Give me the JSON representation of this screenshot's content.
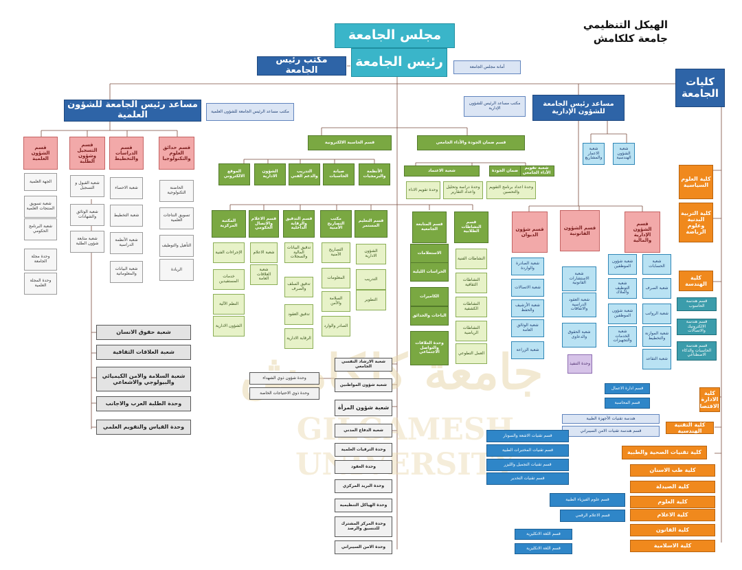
{
  "header": {
    "title": "الهيكل التنظيمي",
    "subtitle": "جامعة كلكامش"
  },
  "watermark": {
    "arabic": "جامعة كلكامش",
    "latin": "GILGAMESH UNIVERSITY"
  },
  "top": {
    "council": "مجلس الجامعة",
    "president": "رئيس الجامعة",
    "president_office": "مكتب رئيس الجامعة",
    "council_secretariat": "أمانة مجلس الجامعة",
    "colleges_header": "كليات الجامعة"
  },
  "academic": {
    "title": "مساعد رئيس الجامعة للشؤون العلمية",
    "office": "مكتب مساعد الرئيس الجامعة للشؤون العلمية",
    "departments": [
      {
        "title": "قسم الشؤون العلمية",
        "units": [
          "الجهة العلمية",
          "شعبة تسويق المنتجات العلمية",
          "شعبة البرنامج الحكومي",
          "وحدة مجلة الجامعة",
          "وحدة المجلة العلمية"
        ]
      },
      {
        "title": "قسم التسجيل وشؤون الطلبة",
        "units": [
          "شعبة القبول و التسجيل",
          "شعبة الوثائق والشهادات",
          "شعبة متابعة شؤون الطلبة"
        ]
      },
      {
        "title": "قسم الدراسات والتخطيط",
        "units": [
          "شعبة الاحصاء",
          "شعبة التخطيط",
          "شعبة الأنظمة الدراسية",
          "شعبة البيانات والمعلوماتية"
        ]
      },
      {
        "title": "قسم حدائق العلوم والتكنولوجيا",
        "units": [
          "الحاضنة التكنولوجية",
          "تسويق النتاجات العلمية",
          "التأهيل والتوظيف",
          "الريادة"
        ]
      }
    ],
    "extra_units": [
      "شعبة حقوق الانسان",
      "شعبة العلاقات الثقافية",
      "شعبة السلامة والامن الكيميائي والبيولوجي والاشعاعي",
      "وحدة الطلبة العرب والاجانب",
      "وحدة القياس والتقويم العلمي"
    ]
  },
  "admin": {
    "title": "مساعد رئيس الجامعة للشؤون الإدارية",
    "office": "مكتب مساعد الرئيس للشؤون الإدارية",
    "small_units": [
      "شعبة الشؤون الهندسية",
      "شعبة الاعمار والمشاريع"
    ],
    "departments": [
      {
        "title": "قسم الشؤون الإدارية والمالية",
        "units": [
          "شعبة الحسابات",
          "شعبة شؤون الموظفين",
          "شعبة الصرف",
          "شعبة التوظيف والملاك",
          "شعبة الرواتب",
          "شعبة شؤون الموظفين",
          "شعبة الموازنة والتخطيط",
          "شعبة الخدمات والتجهيزات",
          "شعبة التقاعد"
        ]
      },
      {
        "title": "قسم الشؤون القانونية",
        "units": [
          "شعبة الاستشارات القانونية",
          "شعبة العقود الدراسية والاتفاقات",
          "شعبة الحقوق والدعاوى"
        ],
        "extra": "وحدة التنفيذ"
      },
      {
        "title": "قسم شؤون الديوان",
        "units": [
          "شعبة الصادرة والواردة",
          "شعبة الاتصالات",
          "شعبة الأرشيف والحفظ",
          "شعبة الوثائق العامة",
          "شعبة الزراعة"
        ]
      }
    ]
  },
  "center": {
    "computing": {
      "title": "قسم الحاسبة الالكترونية",
      "units": [
        "الموقع الالكتروني",
        "الشؤون الادارية",
        "التدريب والدعم الفني",
        "صيانة الحاسبات",
        "الأنظمة والبرمجيات"
      ]
    },
    "quality": {
      "title": "قسم ضمان الجودة والأداء الجامعي",
      "units": [
        "شعبة تقويم الأداء الجامعي",
        "ضمان الجودة",
        "شعبة الاعتماد"
      ],
      "sub_units": [
        "وحدة تقويم الاداء",
        "وحدة دراسة وتحليل واعداد التقارير",
        "وحدة اعداد برنامج التقويم والتحسين"
      ]
    },
    "mid_depts": [
      {
        "title": "قسم الاعلام والاتصال الحكومي",
        "units": [
          "شعبة الاعلام",
          "شعبة العلاقات العامة"
        ]
      },
      {
        "title": "المكتبة المركزية",
        "units": [
          "الإجراءات الفنية",
          "خدمات المستفيدين",
          "النظم الآلية",
          "الشؤون الادارية"
        ]
      },
      {
        "title": "قسم التدقيق والرقابة الداخلية",
        "units": [
          "تدقيق البيانات المالية والسجلات",
          "تدقيق السلف والصرف",
          "تدقيق العقود",
          "الرقابة الادارية"
        ]
      },
      {
        "title": "مكتب التصاريح الأمنية",
        "units": [
          "التصاريح الأمنية",
          "المعلومات",
          "السلامة والأمن",
          "الصادر والوارد"
        ]
      },
      {
        "title": "قسم التعليم المستمر",
        "units": [
          "الشؤون الادارية",
          "التدريب",
          "التطوير"
        ]
      }
    ],
    "followup": {
      "title": "قسم المتابعة الجامعية",
      "units": [
        "الاستعلامات",
        "الحراسات الليلية",
        "الكاميرات",
        "الباحات والحدائق",
        "وحدة العلاقات والتواصل الاجتماعي"
      ]
    },
    "student_act": {
      "title": "قسم النشاطات الطلابية",
      "units": [
        "النشاطات الفنية",
        "النشاطات الثقافية",
        "النشاطات الكشفية",
        "النشاطات الرياضية",
        "العمل التطوعي"
      ]
    },
    "bottom": [
      {
        "label": "شعبة الارشاد النفسي الجامعي"
      },
      {
        "label": "شعبة شؤون المواطنين",
        "left": [
          "وحدة شؤون ذوي الشهداء",
          "وحدة ذوي الاحتياجات الخاصة"
        ]
      },
      {
        "label": "شعبة شؤون المرأة"
      },
      {
        "label": "شعبة الدفاع المدني"
      },
      {
        "label": "وحدة الترقيات العلمية"
      },
      {
        "label": "وحدة العقود"
      },
      {
        "label": "وحدة البريد المركزي"
      },
      {
        "label": "وحدة الهياكل التنظيمية"
      },
      {
        "label": "وحدة المركز المشترك للتنسيق والرصد"
      },
      {
        "label": "وحدة الامن السيبراني"
      }
    ]
  },
  "colleges": [
    {
      "label": "كلية العلوم السياسية"
    },
    {
      "label": "كلية التربية البدنية وعلوم الرياضة"
    },
    {
      "label": "كلية الهندسة",
      "depts": [
        "قسم هندسة الحاسوب",
        "قسم هندسة الالكترونيك والاتصالات",
        "قسم هندسة الحاسبات والذكاء الاصطناعي"
      ]
    },
    {
      "label": "كلية الادارة والاقتصاد",
      "depts": [
        "قسم ادارة الاعمال",
        "قسم المحاسبة"
      ]
    },
    {
      "label": "كلية التقنية الهندسية",
      "depts": [
        "هندسة تقنيات الأجهزة الطبية",
        "قسم هندسة تقنيات الامن السيبراني"
      ]
    },
    {
      "label": "كلية تقنيات الصحية والطبية",
      "depts": [
        "قسم تقنيات الاشعة والسونار",
        "قسم تقنيات المختبرات الطبية",
        "قسم تقنيات التجميل والليزر",
        "قسم تقنيات التخدير"
      ]
    },
    {
      "label": "كلية طب الاسنان"
    },
    {
      "label": "كلية الصيدلة"
    },
    {
      "label": "كلية العلوم",
      "depts": [
        "قسم علوم الفيزياء الطبية"
      ]
    },
    {
      "label": "كلية الاعلام",
      "depts": [
        "قسم الاعلام الرقمي"
      ]
    },
    {
      "label": "كلية القانون",
      "depts": [
        "قسم اللغة الانكليزية"
      ]
    },
    {
      "label": "كلية الاسلامية",
      "depts": [
        "قسم اللغة الانكليزية"
      ]
    }
  ]
}
